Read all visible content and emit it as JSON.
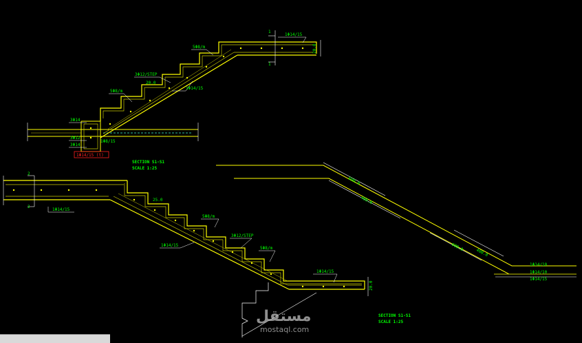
{
  "colors": {
    "background": "#000000",
    "concrete": "#ffff00",
    "rebar": "#c8c800",
    "text": "#00ff00",
    "dim": "#ffffff",
    "highlight": "#ff2020",
    "slab_bar": "#40ffd0"
  },
  "section1": {
    "labels": {
      "top_bar": "1Φ14/15",
      "stirrup_a": "5Φ8/m",
      "stirrup_b": "3Φ12/STEP",
      "stirrup_c": "5Φ8/m",
      "main_bar": "1Φ14/15",
      "dim_a": "20.0",
      "left_a": "3Φ14",
      "left_b": "3Φ12",
      "left_c": "3Φ14",
      "bottom_bar": "1Φ8/15",
      "red_note": "1Φ14/15 (t)",
      "vert_dim": "20.0",
      "vert_mark_a": "1",
      "vert_mark_b": "1"
    },
    "title": "SECTION S1-S1",
    "scale": "SCALE 1:25"
  },
  "section2": {
    "labels": {
      "left_bar": "1Φ14/15",
      "top_mark": "2",
      "bottom_mark": "2",
      "dim_a": "25.0",
      "stirrup_a": "5Φ8/m",
      "stirrup_b": "3Φ12/STEP",
      "stirrup_c": "5Φ8/m",
      "main_bar": "1Φ14/15",
      "landing_bar": "1Φ14/15",
      "vert_dim": "20.0"
    },
    "title": "SECTION S1-S1",
    "scale": "SCALE 1:25"
  },
  "section3": {
    "labels": {
      "dim_a": "600.0",
      "dim_b": "400.0",
      "dim_c": "600.0",
      "dim_d": "400.0",
      "bar_a": "1Φ14/10",
      "bar_b": "1Φ14/10",
      "bar_c": "1Φ14/15"
    }
  },
  "watermark": {
    "arabic": "مستقل",
    "latin": "mostaql.com"
  }
}
